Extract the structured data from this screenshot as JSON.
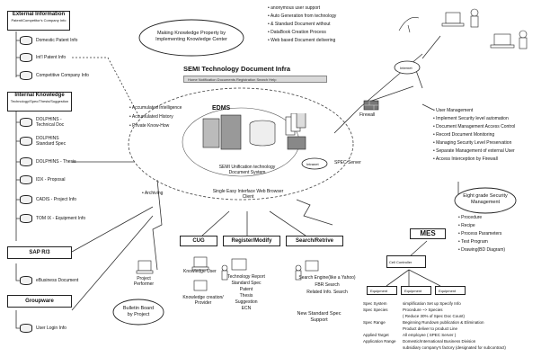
{
  "external": {
    "title": "External Information",
    "subtitle": "Patent/Competitor's Company Info",
    "items": [
      "Domestic Patent Info",
      "Int'l Patent Info",
      "Competitive Company Info"
    ]
  },
  "internal": {
    "title": "Internal Knowledge",
    "subtitle": "Technology/Spec/Thesis/Suggestion",
    "items": [
      "DOLPHINS - Technical Doc",
      "DOLPHINS Standard Spec",
      "DOLPHINS - Thesis",
      "IDX - Proposal",
      "CADIS - Project Info",
      "TOM IX - Equipment Info"
    ]
  },
  "sap": {
    "title": "SAP R/3",
    "item": "eBusiness Document"
  },
  "groupware": {
    "title": "Groupware",
    "item": "User Login Info"
  },
  "callout": {
    "text": "Making Knowledge Property by Implementing Knowledge Center"
  },
  "top_bullets": [
    "anonymous user support",
    "Auto Generation from technology",
    "& Standard Document without",
    "DataBook Creation Process",
    "Web based Document delivering"
  ],
  "infra": {
    "title": "SEMI Technology Document Infra",
    "menu": "Home  Notification  Documents  Registration  Search  Help",
    "edms_label": "EDMS",
    "center_caption": "SEMI Unification technology Document System",
    "sso": "Single Easy Interface Web Browser Client",
    "left_notes": [
      "Accumulated Intelligence",
      "Accumulated History",
      "Private Know-How"
    ],
    "archiving": "Archiving"
  },
  "network": {
    "internet_top": "Internet",
    "firewall": "Firewall",
    "intranet": "Intranet",
    "spec_server": "SPEC Server"
  },
  "right_bullets": [
    "User Management",
    "Implement Security level automation",
    "Document Management Access Control",
    "Record Document Monitoring",
    "Managing Security Level Preservation",
    "Separate Management of external User",
    "Access Interception by Firewall"
  ],
  "security_oval": "Eight grade Security Management",
  "mes": {
    "title": "MES",
    "items": [
      "Procedure",
      "Recipe",
      "Process Parameters",
      "Test Program",
      "Drawing(BD Diagram)"
    ],
    "cell_controller": "Cell Controller",
    "equipment": [
      "Equipment",
      "Equipment",
      "Equipment"
    ]
  },
  "spec_table": [
    {
      "label": "Spec System",
      "value": "simplification Set up Specify Info"
    },
    {
      "label": "Spec Species",
      "value": "Procedure ~> Species"
    },
    {
      "label": "",
      "value": "( Reduce 30% of Spec Doc Count)"
    },
    {
      "label": "Spec Range",
      "value": "Beginning Rundown publication & Elimination"
    },
    {
      "label": "",
      "value": "Product deliver to product Line"
    },
    {
      "label": "Applied Target",
      "value": "All employee ( SPEC Server )"
    },
    {
      "label": "Application Range",
      "value": "Domestic/International Business Division"
    },
    {
      "label": "",
      "value": "subsidiary company's factory (designated for subcontract)"
    }
  ],
  "cug": {
    "title": "CUG",
    "users": [
      "Project Performer",
      "Knowledge User",
      "Knowledge creation/ Provider"
    ],
    "bulletin": "Bulletin Board by Project"
  },
  "register": {
    "title": "Register/Modify",
    "lines": [
      "Technology Report",
      "Standard Spec",
      "Patent",
      "Thesis",
      "Suggestion",
      "ECN"
    ]
  },
  "search": {
    "title": "Search/Retrive",
    "lines": [
      "Search Engine(like a Yahoo)",
      "FBR Search",
      "Related Info. Search"
    ],
    "new_support": "New Standard Spec Support"
  }
}
